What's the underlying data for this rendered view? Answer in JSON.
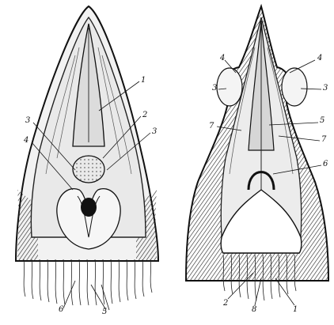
{
  "figure": {
    "left_drawing": {
      "labels": {
        "l1": "1",
        "l2": "2",
        "l3a": "3",
        "l3b": "3",
        "l4": "4",
        "l5": "5",
        "l6": "6"
      }
    },
    "right_drawing": {
      "labels": {
        "r4a": "4",
        "r4b": "4",
        "r3a": "3",
        "r3b": "3",
        "r7a": "7",
        "r5a": "5",
        "r7b": "7",
        "r6": "6",
        "r2": "2",
        "r8": "8",
        "r1": "1"
      }
    }
  }
}
